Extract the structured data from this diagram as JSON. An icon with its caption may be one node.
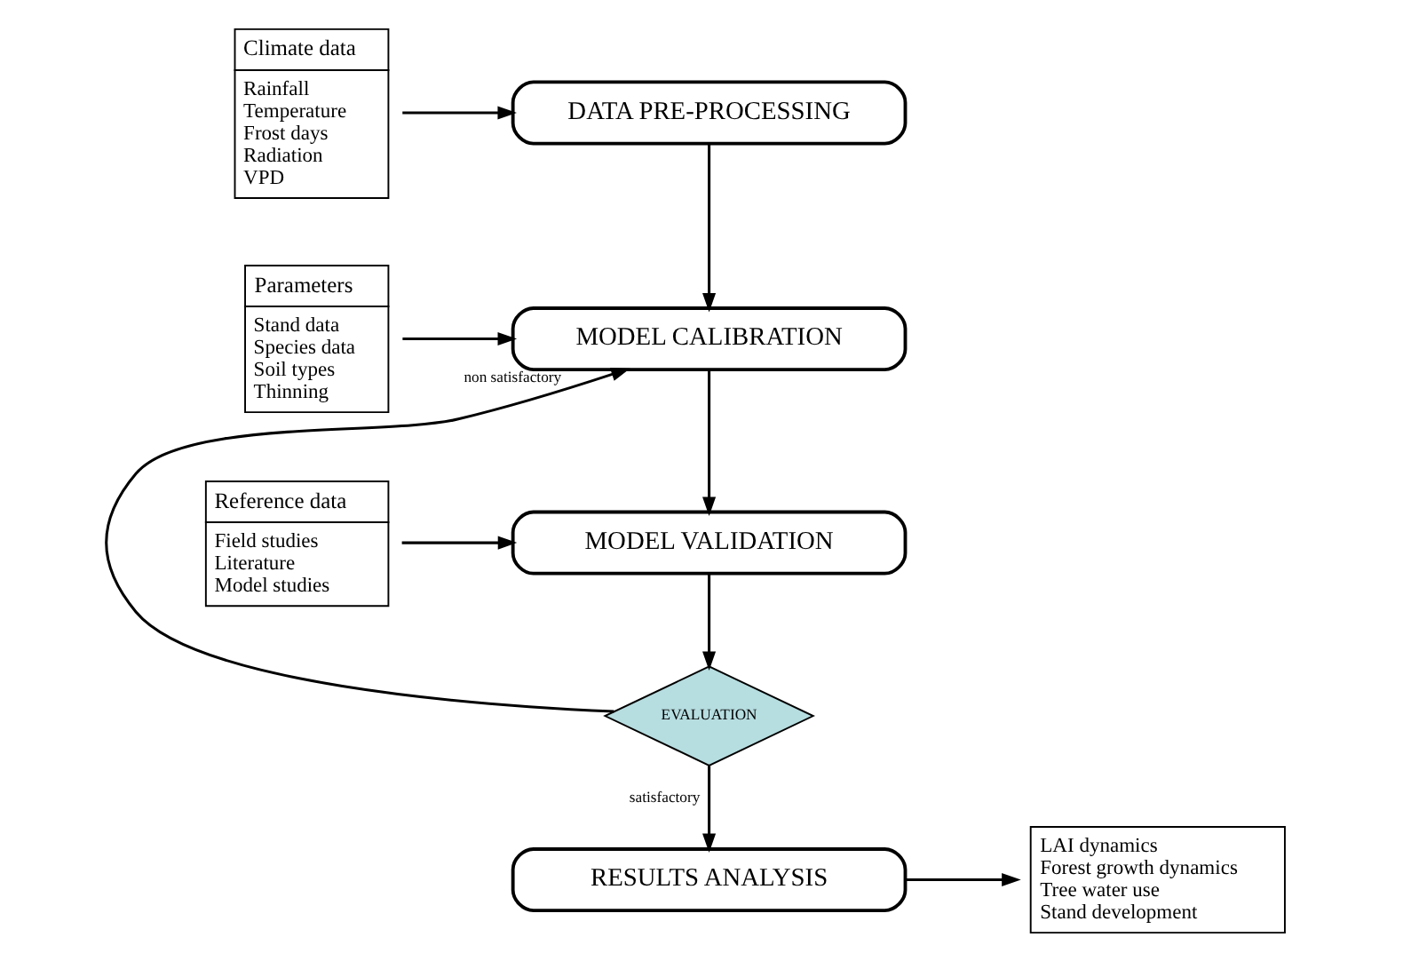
{
  "diagram": {
    "nodes": [
      {
        "text": [
          "Climate data",
          "Rainfall",
          "Temperature",
          "Frost days",
          "Radiation",
          "VPD"
        ]
      },
      {
        "text": [
          "Parameters",
          "Stand data",
          "Species data",
          "Soil types",
          "Thinning"
        ]
      },
      {
        "text": [
          "Reference data",
          "Field studies",
          "Literature",
          "Model studies"
        ]
      },
      {
        "text": [
          "DATA PRE-PROCESSING"
        ]
      },
      {
        "text": [
          "MODEL CALIBRATION"
        ]
      },
      {
        "text": [
          "MODEL VALIDATION"
        ]
      },
      {
        "text": [
          "EVALUATION"
        ]
      },
      {
        "text": [
          "RESULTS ANALYSIS"
        ]
      },
      {
        "text": [
          "LAI dynamics",
          "Forest growth dynamics",
          "Tree water use",
          "Stand development"
        ]
      }
    ],
    "edges": [
      {
        "from": 0,
        "to": 3,
        "arrow": "to"
      },
      {
        "from": 3,
        "to": 4,
        "arrow": "to"
      },
      {
        "from": 1,
        "to": 4,
        "arrow": "to"
      },
      {
        "from": 4,
        "to": 5,
        "arrow": "to"
      },
      {
        "from": 2,
        "to": 5,
        "arrow": "to"
      },
      {
        "from": 5,
        "to": 6,
        "arrow": "to"
      },
      {
        "from": 6,
        "to": 4,
        "arrow": "to",
        "label": "non satisfactory"
      },
      {
        "from": 6,
        "to": 7,
        "arrow": "to",
        "label": "satisfactory"
      },
      {
        "from": 7,
        "to": 8,
        "arrow": "to"
      }
    ]
  }
}
